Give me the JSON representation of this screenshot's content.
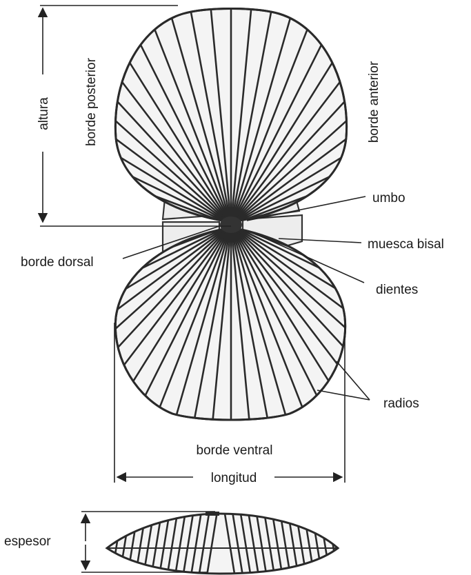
{
  "labels": {
    "altura": "altura",
    "borde_posterior": "borde posterior",
    "borde_anterior": "borde anterior",
    "umbo": "umbo",
    "muesca_bisal": "muesca bisal",
    "borde_dorsal": "borde dorsal",
    "dientes": "dientes",
    "radios": "radios",
    "borde_ventral": "borde ventral",
    "longitud": "longitud",
    "espesor": "espesor"
  }
}
